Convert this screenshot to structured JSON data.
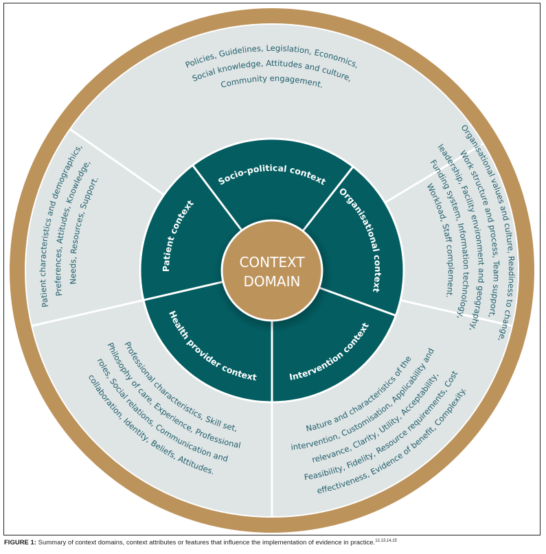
{
  "figure": {
    "caption_label": "FIGURE 1:",
    "caption_text": " Summary of context domains, context attributes or features that influence the implementation of evidence in practice.",
    "caption_refs": "12,13,14,15"
  },
  "colors": {
    "outer_ring": "#bd935c",
    "attribute_band": "#dfe4e5",
    "domain_ring": "#035d61",
    "center": "#bd935c",
    "divider": "#ffffff",
    "attribute_text": "#1f5f6a",
    "domain_text": "#ffffff"
  },
  "center": {
    "line1": "CONTEXT",
    "line2": "DOMAIN"
  },
  "domains": [
    {
      "id": "socio-political",
      "label": "Socio-political context",
      "attributes": [
        "Policies, Guidelines, Legislation, Economics,",
        "Social knowledge, Attitudes and culture,",
        "Community engagement."
      ]
    },
    {
      "id": "organisational",
      "label": "Organisational context",
      "attributes": [
        "Organisational values and culture, Readiness to change,",
        "Work structure and process, Team support,",
        "leadership, Facility environment and geography,",
        "Funding system, Information technology,",
        "Workload, Staff complement."
      ]
    },
    {
      "id": "intervention",
      "label": "Intervention context",
      "attributes": [
        "Nature and characteristics of the",
        "intervention, Customisation, Applicability and",
        "relevance, Clarity, Utility, Acceptability,",
        "Feasibility, Fidelity, Resource requirements, Cost",
        "effectiveness, Evidence of benefit, Complexity."
      ]
    },
    {
      "id": "health-provider",
      "label": "Health provider context",
      "attributes": [
        "Professional characteristics, Skill set,",
        "Philosophy of care, Experience, Professional",
        "roles, Social relations, Communication and",
        "collaboration, Identity, Beliefs, Attitudes."
      ]
    },
    {
      "id": "patient",
      "label": "Patient context",
      "attributes": [
        "Patient characteristics and demographics,",
        "Preferences, Attitudes, Knowledge,",
        "Needs, Resources, Support."
      ]
    }
  ]
}
